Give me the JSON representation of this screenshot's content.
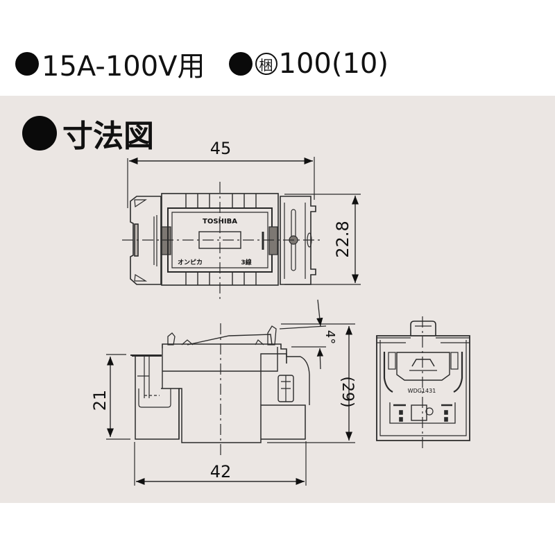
{
  "header": {
    "spec_items": [
      {
        "bullet": true,
        "text": "15A-100V用"
      },
      {
        "bullet": true,
        "circled_glyph": "梱",
        "text": "100(10)"
      }
    ]
  },
  "panel": {
    "title": "寸法図",
    "background": "#ebe6e3"
  },
  "drawing": {
    "top_view": {
      "width_dimension": "45",
      "height_dimension": "22.8",
      "brand_label": "TOSHIBA",
      "left_label": "オンピカ",
      "right_label": "3線"
    },
    "side_view": {
      "height_dimension": "21",
      "overall_height_dimension": "(29)",
      "width_dimension": "42",
      "angle_dimension": "4°"
    },
    "front_view": {
      "model_label": "WDG1431"
    }
  },
  "colors": {
    "line": "#2a2a2a",
    "text": "#111111",
    "panel": "#ebe6e3",
    "page": "#ffffff"
  }
}
